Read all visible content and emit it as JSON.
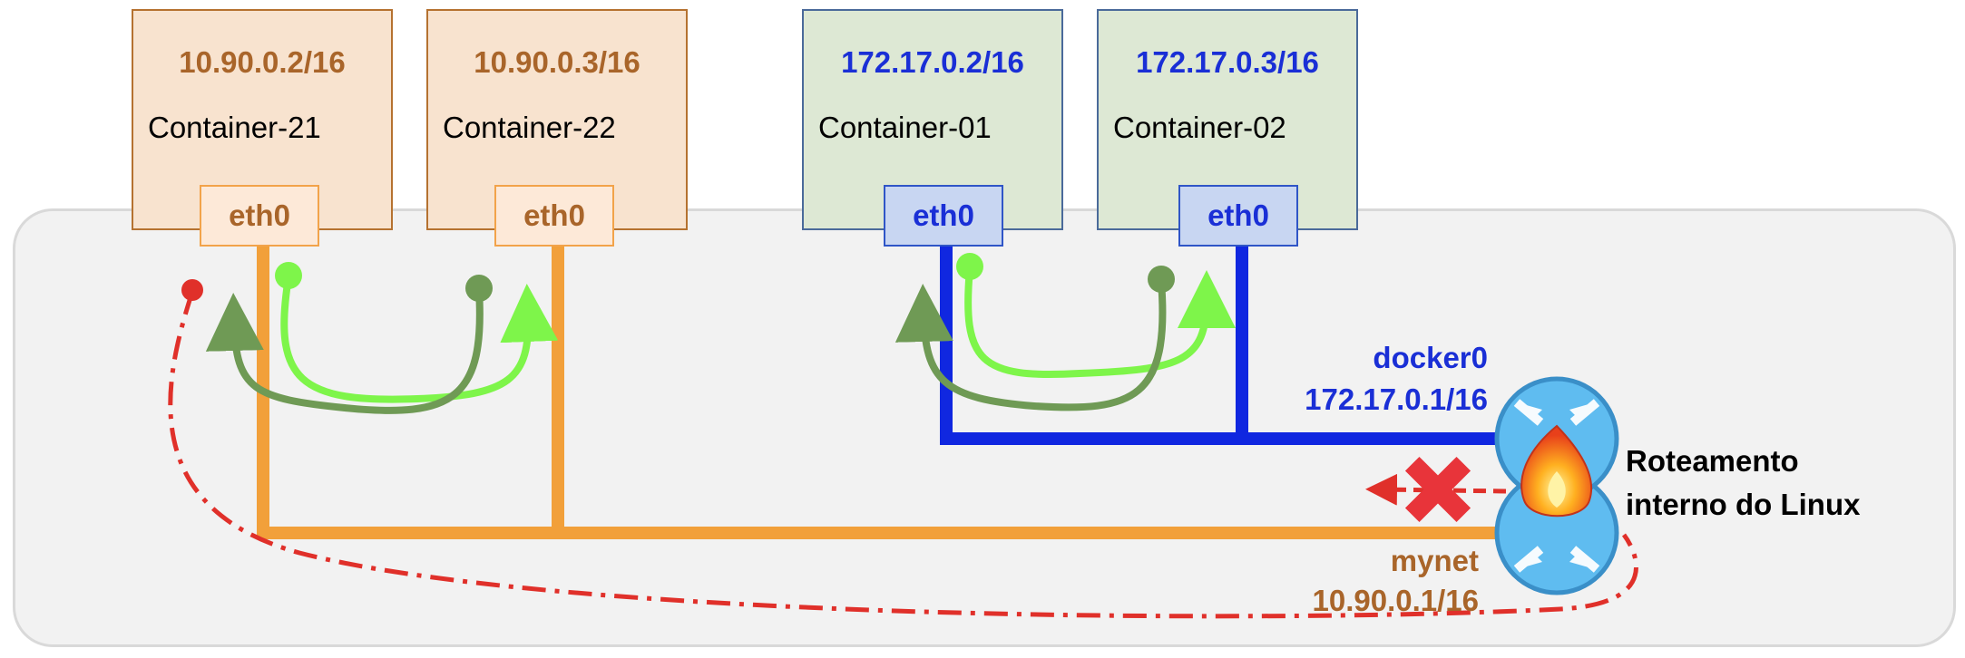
{
  "containers": [
    {
      "ip": "10.90.0.2/16",
      "name": "Container-21",
      "iface": "eth0"
    },
    {
      "ip": "10.90.0.3/16",
      "name": "Container-22",
      "iface": "eth0"
    },
    {
      "ip": "172.17.0.2/16",
      "name": "Container-01",
      "iface": "eth0"
    },
    {
      "ip": "172.17.0.3/16",
      "name": "Container-02",
      "iface": "eth0"
    }
  ],
  "bridges": {
    "docker0": {
      "name": "docker0",
      "ip": "172.17.0.1/16"
    },
    "mynet": {
      "name": "mynet",
      "ip": "10.90.0.1/16"
    }
  },
  "router": {
    "line1": "Roteamento",
    "line2": "interno do Linux"
  },
  "colors": {
    "orange_line": "#f2a03a",
    "blue_line": "#1027e0",
    "light_green_arrow": "#7ef54a",
    "dark_green_arrow": "#6f9a55",
    "blocked_path": "#e0302a",
    "router_fill": "#5fbcf0"
  }
}
